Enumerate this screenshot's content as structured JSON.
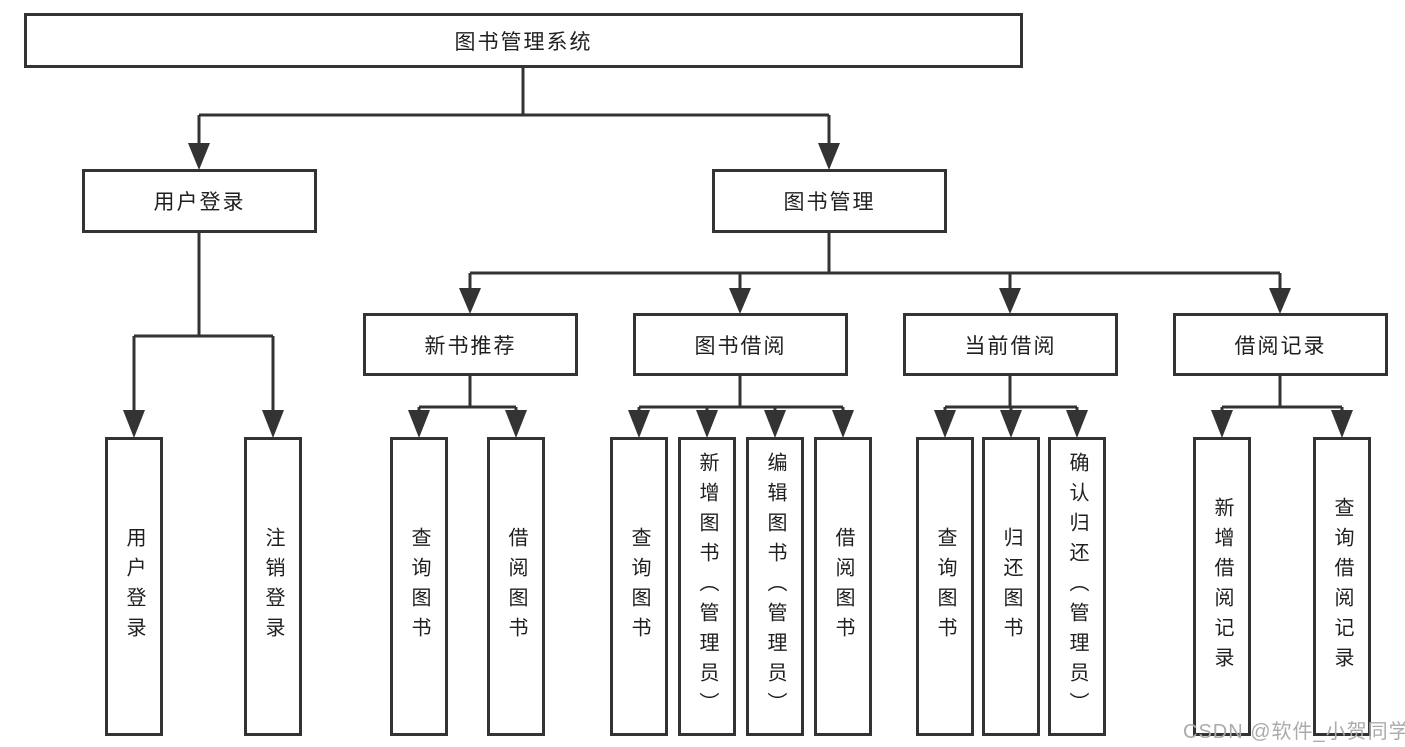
{
  "tree": {
    "label": "图书管理系统",
    "children": [
      {
        "label": "用户登录",
        "children": [
          {
            "label": "用户登录"
          },
          {
            "label": "注销登录"
          }
        ]
      },
      {
        "label": "图书管理",
        "children": [
          {
            "label": "新书推荐",
            "children": [
              {
                "label": "查询图书"
              },
              {
                "label": "借阅图书"
              }
            ]
          },
          {
            "label": "图书借阅",
            "children": [
              {
                "label": "查询图书"
              },
              {
                "label": "新增图书（管理员）"
              },
              {
                "label": "编辑图书（管理员）"
              },
              {
                "label": "借阅图书"
              }
            ]
          },
          {
            "label": "当前借阅",
            "children": [
              {
                "label": "查询图书"
              },
              {
                "label": "归还图书"
              },
              {
                "label": "确认归还（管理员）"
              }
            ]
          },
          {
            "label": "借阅记录",
            "children": [
              {
                "label": "新增借阅记录"
              },
              {
                "label": "查询借阅记录"
              }
            ]
          }
        ]
      }
    ]
  },
  "watermark": "CSDN @软件_小贺同学",
  "colors": {
    "line": "#333333",
    "box_border": "#333333",
    "text": "#1f1f1f",
    "background": "#ffffff",
    "watermark": "#ababab"
  }
}
